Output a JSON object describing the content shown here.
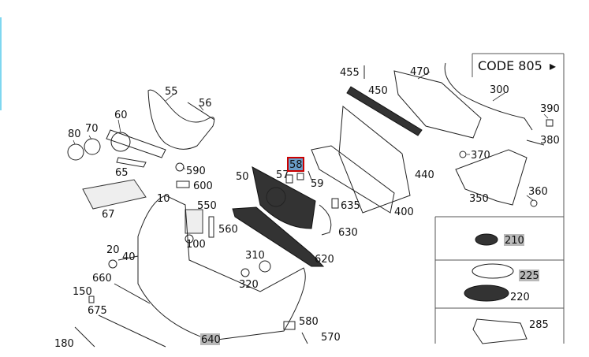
{
  "code_box": {
    "label": "CODE 805",
    "arrow": "▸"
  },
  "colors": {
    "highlight_border": "#cc0000",
    "highlight_fill": "#6a9ec9",
    "grey_tag": "#b9b9b9",
    "left_accent": "#7fd7f0"
  },
  "labels": {
    "p55": "55",
    "p56": "56",
    "p60": "60",
    "p70": "70",
    "p80": "80",
    "p65": "65",
    "p590": "590",
    "p600": "600",
    "p67": "67",
    "p10": "10",
    "p550": "550",
    "p560": "560",
    "p100": "100",
    "p50": "50",
    "p57": "57",
    "p58": "58",
    "p59": "59",
    "p635": "635",
    "p630": "630",
    "p620": "620",
    "p310": "310",
    "p320": "320",
    "p20": "20",
    "p40": "40",
    "p660": "660",
    "p150": "150",
    "p675": "675",
    "p180": "180",
    "p640": "640",
    "p580": "580",
    "p570": "570",
    "p455": "455",
    "p450": "450",
    "p470": "470",
    "p300": "300",
    "p390": "390",
    "p380": "380",
    "p370": "370",
    "p440": "440",
    "p400": "400",
    "p350": "350",
    "p360": "360",
    "p210": "210",
    "p225": "225",
    "p220": "220",
    "p285": "285"
  }
}
